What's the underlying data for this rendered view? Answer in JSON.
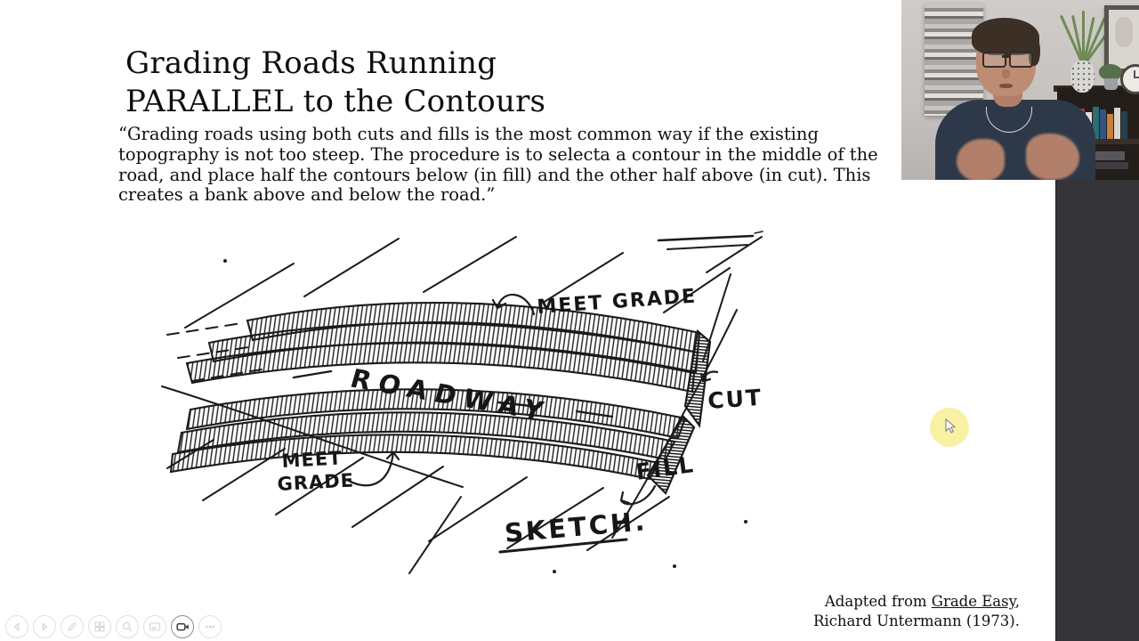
{
  "slide": {
    "title": {
      "line1": "Grading Roads Running",
      "line2": "PARALLEL to the Contours"
    },
    "quote": {
      "line1": "“Grading roads using both cuts and fills is the most common way if the existing",
      "line2": "topography is not too steep. The procedure is to selecta a contour in the middle of the",
      "line3": "road, and place half the contours below (in fill) and the other half above (in cut). This",
      "line4": "creates a bank above and below the road.”"
    },
    "sketch_labels": {
      "meet_grade_top": "MEET GRADE",
      "roadway": "ROADWAY",
      "cut": "CUT",
      "meet_bottom": "MEET",
      "grade_bottom": "GRADE",
      "fill": "FILL",
      "caption": "SKETCH."
    },
    "attribution": {
      "prefix": "Adapted from ",
      "work_title": "Grade Easy",
      "suffix": ",",
      "line2": "Richard Untermann (1973)."
    }
  },
  "toolbar": {
    "icons": [
      "previous-slide",
      "next-slide",
      "pen",
      "see-all-slides",
      "zoom",
      "captions",
      "camera",
      "more-options"
    ],
    "active_icon": "camera"
  },
  "webcam": {
    "content": "presenter-video"
  },
  "colors": {
    "ink": "#1b1b1b",
    "side_panel": "#343439",
    "cursor_highlight": "#f8f1a0",
    "toolbar_inactive": "#d4d4d4",
    "toolbar_active": "#3c3c3c",
    "presenter_shirt": "#2d3949"
  }
}
